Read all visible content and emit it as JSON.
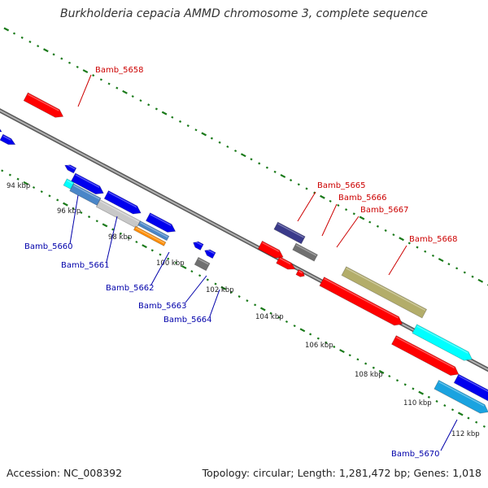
{
  "header": {
    "title": "Burkholderia cepacia AMMD chromosome 3, complete sequence"
  },
  "footer": {
    "accession": "Accession: NC_008392",
    "topology": "Topology: circular; Length: 1,281,472 bp; Genes: 1,018"
  },
  "colors": {
    "backbone": "#808080",
    "forward_label": "#cc0000",
    "reverse_label": "#0000aa",
    "tick_dots": "#1a7a1a",
    "gene_red": "#ff0000",
    "gene_blue": "#0000ee",
    "gene_cyan": "#00ffff",
    "gene_gray": "#707070",
    "gene_lightgray": "#c8c8c8",
    "gene_khaki": "#b3ad6a",
    "gene_navy": "#3a3a8a",
    "gene_orange": "#ff8c00",
    "gene_steel": "#4a86c8",
    "gene_skyblue": "#1aa3e0"
  },
  "scale_ticks": [
    "94 kbp",
    "96 kbp",
    "98 kbp",
    "100 kbp",
    "102 kbp",
    "104 kbp",
    "106 kbp",
    "108 kbp",
    "110 kbp",
    "112 kbp"
  ],
  "gene_labels": [
    {
      "text": "Bamb_5658",
      "strand": "forward"
    },
    {
      "text": "Bamb_5660",
      "strand": "reverse"
    },
    {
      "text": "Bamb_5661",
      "strand": "reverse"
    },
    {
      "text": "Bamb_5662",
      "strand": "reverse"
    },
    {
      "text": "Bamb_5663",
      "strand": "reverse"
    },
    {
      "text": "Bamb_5664",
      "strand": "reverse"
    },
    {
      "text": "Bamb_5665",
      "strand": "forward"
    },
    {
      "text": "Bamb_5666",
      "strand": "forward"
    },
    {
      "text": "Bamb_5667",
      "strand": "forward"
    },
    {
      "text": "Bamb_5668",
      "strand": "forward"
    },
    {
      "text": "Bamb_5670",
      "strand": "reverse"
    }
  ]
}
